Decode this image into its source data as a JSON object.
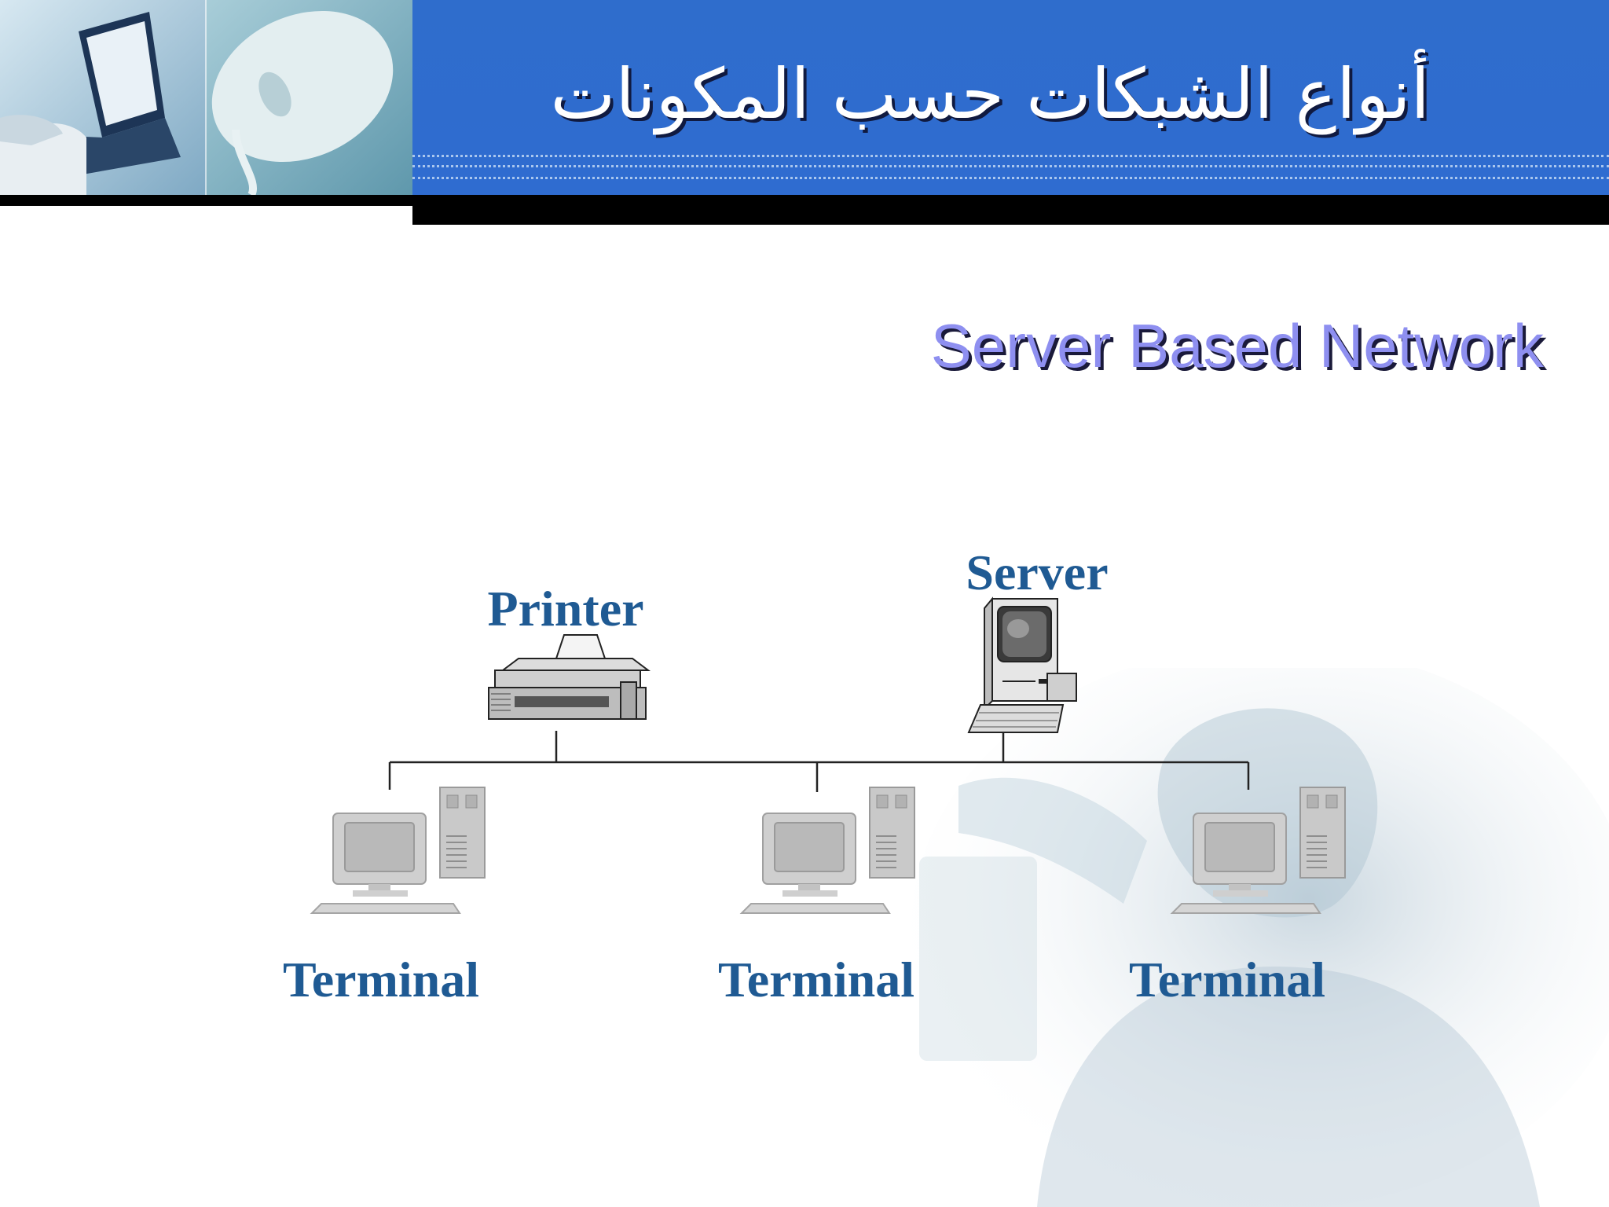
{
  "header": {
    "title": "أنواع الشبكات حسب المكونات"
  },
  "subtitle": "Server Based Network",
  "diagram": {
    "nodes": {
      "printer": {
        "label": "Printer",
        "icon": "printer-icon"
      },
      "server": {
        "label": "Server",
        "icon": "server-computer-icon"
      },
      "terminals": [
        {
          "label": "Terminal",
          "icon": "desktop-computer-icon"
        },
        {
          "label": "Terminal",
          "icon": "desktop-computer-icon"
        },
        {
          "label": "Terminal",
          "icon": "desktop-computer-icon"
        }
      ]
    }
  },
  "colors": {
    "header_band": "#2f6dcc",
    "subtitle_text": "#8e8ff0",
    "diagram_label": "#1f5a93",
    "bar": "#000000"
  }
}
